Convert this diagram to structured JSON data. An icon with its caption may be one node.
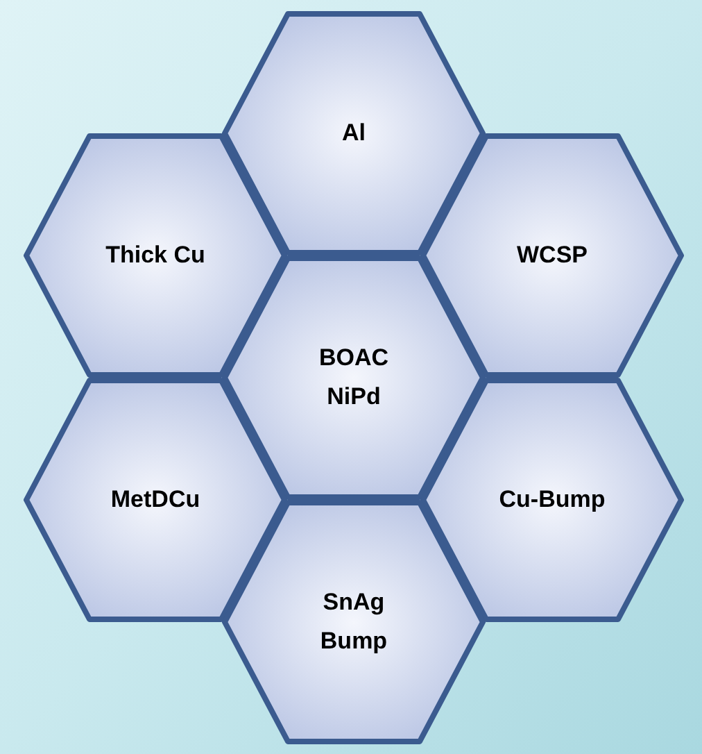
{
  "diagram": {
    "nodes": [
      {
        "text": [
          "Al"
        ]
      },
      {
        "text": [
          "Thick Cu"
        ]
      },
      {
        "text": [
          "WCSP"
        ]
      },
      {
        "text": [
          "BOAC NiPd"
        ]
      },
      {
        "text": [
          "MetDCu"
        ]
      },
      {
        "text": [
          "Cu-Bump"
        ]
      },
      {
        "text": [
          "SnAg Bump"
        ]
      }
    ]
  }
}
